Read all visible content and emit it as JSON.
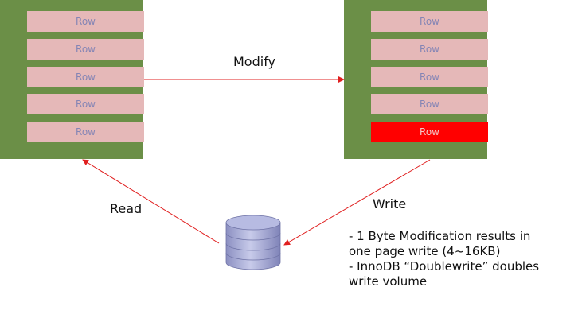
{
  "left_page": {
    "rows": [
      {
        "label": "Row",
        "state": "normal"
      },
      {
        "label": "Row",
        "state": "normal"
      },
      {
        "label": "Row",
        "state": "normal"
      },
      {
        "label": "Row",
        "state": "normal"
      },
      {
        "label": "Row",
        "state": "normal"
      }
    ]
  },
  "right_page": {
    "rows": [
      {
        "label": "Row",
        "state": "normal"
      },
      {
        "label": "Row",
        "state": "normal"
      },
      {
        "label": "Row",
        "state": "normal"
      },
      {
        "label": "Row",
        "state": "normal"
      },
      {
        "label": "Row",
        "state": "modified"
      }
    ]
  },
  "arrows": {
    "modify": "Modify",
    "read": "Read",
    "write": "Write"
  },
  "icons": {
    "storage": "database-icon"
  },
  "notes": [
    "- 1 Byte Modification results in",
    "one page write (4~16KB)",
    "- InnoDB “Doublewrite” doubles",
    "write volume"
  ],
  "colors": {
    "page": "#6b8f47",
    "row": "#e5b8b8",
    "modified_row": "#ff0000",
    "arrow": "#e02020",
    "database": "#9fa3cf"
  }
}
